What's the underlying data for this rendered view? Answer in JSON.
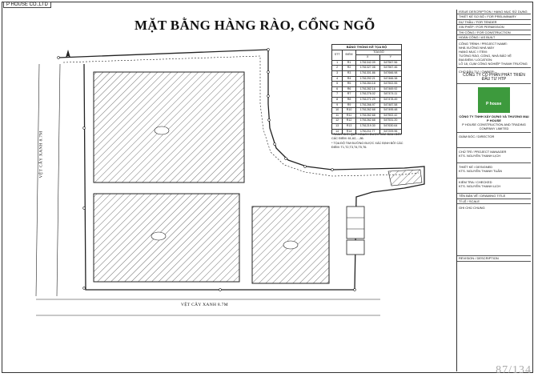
{
  "header": {
    "company_tag": "P HOUSE CO.,LTD"
  },
  "drawing": {
    "title": "MẶT BẰNG HÀNG RÀO, CỔNG NGÕ",
    "road_left": "VỆT CÂY XANH 8.7M",
    "road_bottom": "VỆT CÂY XANH 8.7M",
    "coord_table": {
      "title": "BẢNG THỐNG KÊ TỌA ĐỘ",
      "col_stt": "STT",
      "col_diem": "ĐIỂM",
      "col_toado": "TỌA ĐỘ",
      "col_x": "X",
      "col_y": "Y",
      "rows": [
        [
          "1",
          "R1",
          "1761342.09",
          "547567.56"
        ],
        [
          "2",
          "R2",
          "1761327.08",
          "547567.46"
        ],
        [
          "3",
          "R3",
          "1761301.86",
          "547666.98"
        ],
        [
          "4",
          "R4",
          "1761292.21",
          "547466.38"
        ],
        [
          "5",
          "R5",
          "1761284.18",
          "547502.55"
        ],
        [
          "6",
          "R6",
          "1761282.16",
          "547469.92"
        ],
        [
          "7",
          "R7",
          "1761276.02",
          "547474.11"
        ],
        [
          "8",
          "R8",
          "1761271.29",
          "547478.49"
        ],
        [
          "9",
          "R9",
          "1761266.97",
          "547487.58"
        ],
        [
          "10",
          "R10",
          "1761262.68",
          "547495.48"
        ],
        [
          "11",
          "R11",
          "1761262.68",
          "547502.42"
        ],
        [
          "12",
          "R12",
          "1761262.68",
          "547531.20"
        ],
        [
          "13",
          "R13",
          "1761219.30",
          "547630.64"
        ],
        [
          "14",
          "R14",
          "1761211.77",
          "547209.96"
        ]
      ]
    },
    "notes": [
      "* RANH GIỚI QUY HOẠCH ĐƯỢC XÁC ĐỊNH BỞI CÁC ĐIỂM: 61,62,...,86.",
      "* TỌA ĐỘ TIM ĐƯỜNG ĐƯỢC XÁC ĐỊNH BỞI CÁC ĐIỂM: T1,T2,T3,T4,T5,T6."
    ]
  },
  "title_block": {
    "rows_top": [
      "ISSUE DESCRIPTION / HẠNG MỤC SỬ DỤNG",
      "THIẾT KẾ SƠ BỘ / FOR PRELIMINARY",
      "DỰ THẦU / FOR TENDER",
      "XIN PHÉP / FOR PERMISSION",
      "THI CÔNG / FOR CONSTRUCTION",
      "HOÀN CÔNG / AS BUILT"
    ],
    "project_label": "CÔNG TRÌNH / PROJECT NAME:",
    "project_name": "NHÀ XƯỞNG NHÀ MÁY",
    "item_label": "HẠNG MỤC / ITEM:",
    "item_name": "TƯỜNG RÀO, CỔNG, NHÀ BẢO VỆ",
    "location_label": "ĐỊA ĐIỂM / LOCATION:",
    "location": "LÔ 18, CỤM CÔNG NGHIỆP THANH TRƯỜNG",
    "owner_label": "CHỦ ĐẦU TƯ / OWNER:",
    "owner": "CÔNG TY CỔ PHẦN PHÁT TRIỂN ĐẦU TƯ HTP",
    "logo_text": "P house",
    "designer_name": "CÔNG TY TNHH XÂY DỰNG VÀ THƯƠNG MẠI P HOUSE",
    "designer_en": "P HOUSE CONSTRUCTION AND TRADING COMPANY LIMITED",
    "director_label": "GIÁM ĐỐC / DIRECTOR",
    "pm_label": "CHỦ TRÌ / PROJECT MANAGER",
    "pm_name": "KTS. NGUYỄN THANH LỊCH",
    "designer_label": "THIẾT KẾ / DESIGNED",
    "designer_person": "KTS. NGUYỄN THANH TUẤN",
    "checked_label": "KIỂM TRA / CHECKED",
    "checked_person": "KTS. NGUYỄN THANH LỊCH",
    "drawing_no_label": "TÊN BẢN VẼ / DRAWING TITLE",
    "scale_label": "TỈ LỆ / SCALE",
    "general_notes_label": "GHI CHÚ CHUNG",
    "revision_label": "REVISION / DESCRIPTION"
  },
  "page_indicator": "87/134"
}
